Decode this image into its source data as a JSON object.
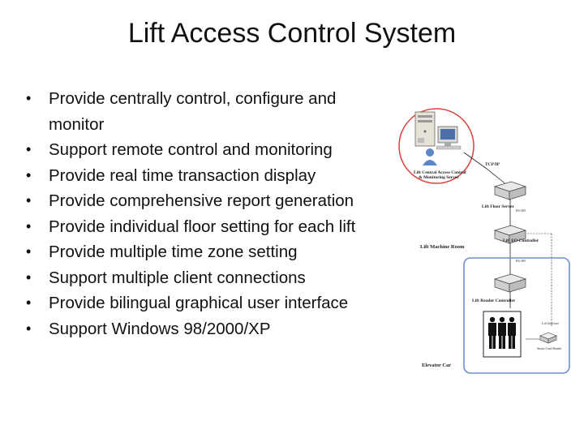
{
  "slide": {
    "title": "Lift Access Control System",
    "bullets": [
      "Provide centrally control, configure and monitor",
      "Support remote control and monitoring",
      "Provide real time transaction display",
      "Provide comprehensive report generation",
      "Provide individual floor setting for each lift",
      "Provide multiple time zone setting",
      "Support multiple client connections",
      "Provide bilingual graphical user interface",
      "Support Windows 98/2000/XP"
    ],
    "bullet_symbol": "•"
  },
  "diagram": {
    "server_label_line1": "Lift Central Access Control",
    "server_label_line2": "& Monitoring Server",
    "tcpip_label": "TCP/IP",
    "floor_server_label": "Lift Floor Server",
    "rs485_label_1": "RS-485",
    "io_controller_label": "Lift I/O Controller",
    "machine_room_label": "Lift Machine Room",
    "rs485_label_2": "RS-485",
    "reader_controller_label": "Lift Reader Controller",
    "lift_interface_label": "Lift Interface",
    "card_reader_label": "Smart Card Reader",
    "elevator_car_label": "Elevator Car",
    "colors": {
      "outline_red": "#d9413a",
      "outline_blue": "#6a8fd0"
    }
  }
}
